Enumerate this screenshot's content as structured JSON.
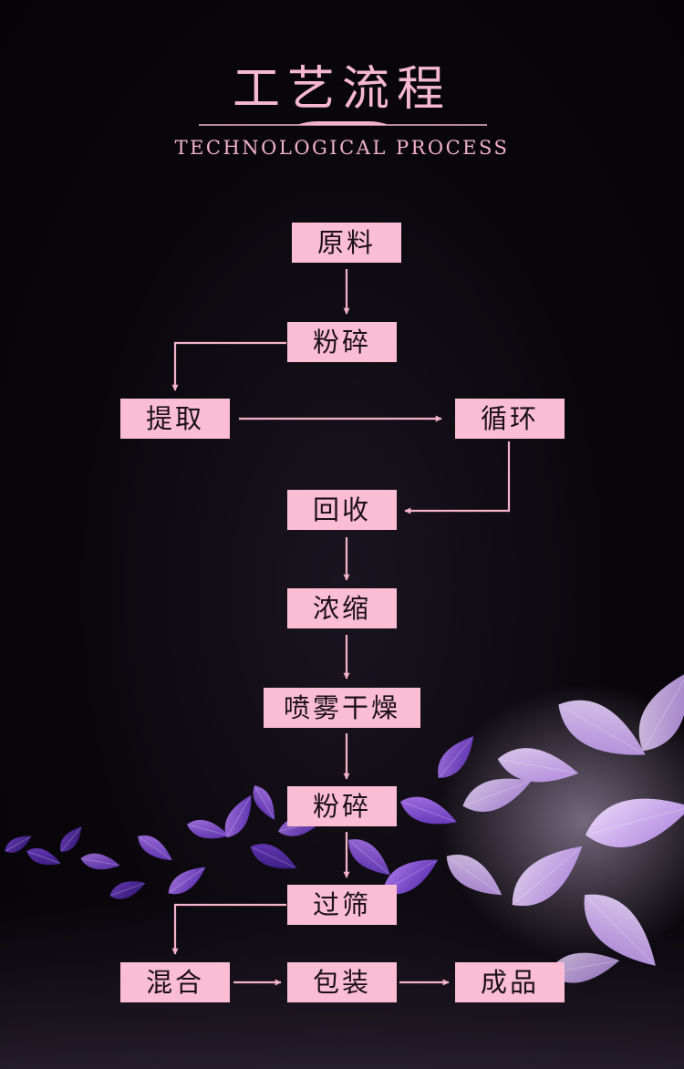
{
  "header": {
    "title": "工艺流程",
    "subtitle": "TECHNOLOGICAL PROCESS"
  },
  "flow": {
    "nodes": [
      {
        "id": "raw-material",
        "label": "原料"
      },
      {
        "id": "crushing-1",
        "label": "粉碎"
      },
      {
        "id": "extraction",
        "label": "提取"
      },
      {
        "id": "circulation",
        "label": "循环"
      },
      {
        "id": "recovery",
        "label": "回收"
      },
      {
        "id": "concentration",
        "label": "浓缩"
      },
      {
        "id": "spray-drying",
        "label": "喷雾干燥"
      },
      {
        "id": "crushing-2",
        "label": "粉碎"
      },
      {
        "id": "sieving",
        "label": "过筛"
      },
      {
        "id": "mixing",
        "label": "混合"
      },
      {
        "id": "packaging",
        "label": "包装"
      },
      {
        "id": "finished-product",
        "label": "成品"
      }
    ],
    "edges": [
      [
        "raw-material",
        "crushing-1"
      ],
      [
        "crushing-1",
        "extraction"
      ],
      [
        "extraction",
        "circulation"
      ],
      [
        "circulation",
        "recovery"
      ],
      [
        "recovery",
        "concentration"
      ],
      [
        "concentration",
        "spray-drying"
      ],
      [
        "spray-drying",
        "crushing-2"
      ],
      [
        "crushing-2",
        "sieving"
      ],
      [
        "sieving",
        "mixing"
      ],
      [
        "mixing",
        "packaging"
      ],
      [
        "packaging",
        "finished-product"
      ]
    ]
  },
  "colors": {
    "node_fill": "#fbbdd4",
    "node_text": "#1b1016",
    "connector": "#f4b3cb",
    "title": "#f6b8cf",
    "background": "#0a070c",
    "leaf_purple": "#8a4fe0",
    "leaf_lavender": "#d6b0f5"
  },
  "icons": {
    "decoration": "purple-leaves-icon"
  }
}
